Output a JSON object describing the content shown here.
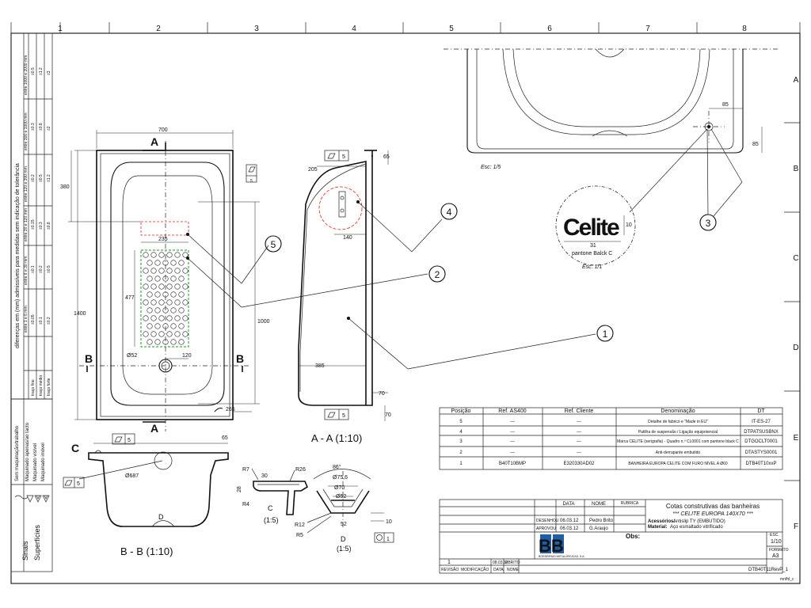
{
  "border": {
    "columns": [
      "1",
      "2",
      "3",
      "4",
      "5",
      "6",
      "7",
      "8"
    ],
    "rows": [
      "A",
      "B",
      "C",
      "D",
      "E",
      "F"
    ]
  },
  "tolerance_panel": {
    "title": "diferenças em (mm) admissíveis para medidas sem indicação de tolerância",
    "range_headers": [
      "entre 1 e 6 mm",
      "entre 6 e 30 mm",
      "entre 30 e 120 mm",
      "entre 120 e 300 mm",
      "entre 300 e 1000 mm",
      "entre 1000 e 2000 mm"
    ],
    "rows": [
      {
        "label": "traço fino",
        "values": [
          "±0.05",
          "±0.1",
          "±0.15",
          "±0.2",
          "±0.3",
          "±0.5"
        ]
      },
      {
        "label": "traço médio",
        "values": [
          "±0.1",
          "±0.2",
          "±0.3",
          "±0.5",
          "±0.8",
          "±1.2"
        ]
      },
      {
        "label": "traço forte",
        "values": [
          "±0.2",
          "±0.5",
          "±0.8",
          "±1.2",
          "±2",
          "±3"
        ]
      }
    ],
    "surface_labels": [
      "Sem maquinação/trabalho",
      "Maquinado apenas/ao tacto",
      "Maquinado visível",
      "Maquinado imóvel"
    ],
    "signs_label": "Sinais",
    "surfaces_label": "Superfícies"
  },
  "plan_view": {
    "section_a_top": "A",
    "section_a_bottom": "A",
    "section_b_left": "B",
    "section_b_right": "B",
    "dim_width": "700",
    "dim_length": "1400",
    "dim_380": "380",
    "dim_1000": "1000",
    "dim_477": "477",
    "dim_235": "235",
    "dim_120": "120",
    "dim_265": "265",
    "drain_dim": "Ø52",
    "flatness_symbol": "▱",
    "flatness_value": "5"
  },
  "section_aa": {
    "title": "A - A (1:10)",
    "dim_205": "205",
    "dim_65": "65",
    "dim_140": "140",
    "dim_385": "385",
    "dim_70a": "70",
    "dim_70b": "70",
    "flat_top": "5",
    "flat_bottom": "5"
  },
  "section_bb": {
    "title": "B - B (1:10)",
    "label_c": "C",
    "label_d": "D",
    "dim_65": "65",
    "dim_dia": "Ø687",
    "flat_top": "5",
    "flat_side": "5"
  },
  "detail_c": {
    "title": "C",
    "scale": "(1:5)",
    "r7": "R7",
    "r26": "R26",
    "r4": "R4",
    "d30": "30",
    "d28": "28"
  },
  "detail_d": {
    "title": "D",
    "scale": "(1:5)",
    "angle": "86°",
    "d756": "Ø75,6",
    "d70": "Ø70",
    "d52": "Ø52",
    "r12": "R12",
    "r5": "R5",
    "d52b": "52",
    "d10": "10",
    "flat": "1"
  },
  "top_view_detail": {
    "scale": "Esc: 1/5",
    "dim_85a": "85",
    "dim_85b": "85"
  },
  "logo_detail": {
    "logo": "Celite",
    "dim_31": "31",
    "dim_10": "10",
    "pantone": "pantone Balck C",
    "scale": "Esc: 1/1"
  },
  "balloons": [
    "1",
    "2",
    "3",
    "4",
    "5"
  ],
  "parts_table": {
    "headers": [
      "Posição",
      "Ref. AS400",
      "Ref. Cliente",
      "Denominação",
      "DT"
    ],
    "rows": [
      [
        "5",
        "---",
        "---",
        "Detalhe de fabrico e \"Made in EU\"",
        "IT-ES-27"
      ],
      [
        "4",
        "---",
        "---",
        "Patilha de suspensão / Ligação equipotencial",
        "DTPATSUSBNX"
      ],
      [
        "3",
        "---",
        "---",
        "Marca CELITE (serigrafia) - Quadro n.º CL0001 com pantone black C",
        "DTGOCLT0001"
      ],
      [
        "2",
        "---",
        "---",
        "Anti-derrapante embutido",
        "DTASTYS0001"
      ],
      [
        "1",
        "B40T10BMP",
        "E320330AD02",
        "BANHEIRA EUROPA CELITE COM FURO NÍVEL A Ø60",
        "DTB40T10xxP"
      ]
    ]
  },
  "title_block": {
    "col_data": "DATA",
    "col_nome": "NOME",
    "col_rubrica": "RUBRICA",
    "desenhou_label": "DESENHOU",
    "aprovou_label": "APROVOU",
    "desenhou_date": "06.03.12",
    "aprovou_date": "06.03.12",
    "desenhou_name": "Pedro Brito",
    "aprovou_name": "G.Araujo",
    "title_line1": "Cotas construtivas das banheiras",
    "title_line2": "*** CELITE EUROPA 140X70 ***",
    "accessories_label": "Acessórios:",
    "accessories_value": "Antislip TY (EMBUTIDO)",
    "material_label": "Material:",
    "material_value": "Aço esmaltado vitrificado",
    "obs_label": "Obs:",
    "logo": "BB",
    "company": "BORDEIRIAS METALÚRGICAS, S.A.",
    "escala_label": "ESC.",
    "escala_value": "1/10",
    "formato_label": "FORMATO",
    "formato_value": "A3",
    "revision": "1",
    "rev_date": "08.03.13",
    "rev_author": "PBRITO",
    "col_revisao": "REVISÃO",
    "col_modificacao": "MODIFICAÇÃO",
    "col_nome2": "NOME",
    "drawing_number": "DTB40T11RevP_1",
    "footer": "mnfhl_c"
  }
}
